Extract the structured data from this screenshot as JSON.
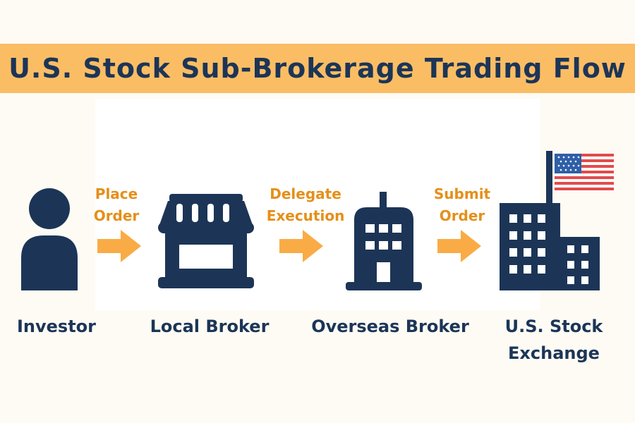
{
  "title": "U.S. Stock Sub-Brokerage Trading Flow",
  "colors": {
    "banner": "#fbbd64",
    "primary": "#1c3557",
    "arrow": "#f9ac45",
    "arrow_text": "#e58f19",
    "background": "#fdfbf4"
  },
  "steps": [
    {
      "lines": [
        "Investor"
      ],
      "icon": "person-icon"
    },
    {
      "lines": [
        "Local Broker"
      ],
      "icon": "storefront-icon"
    },
    {
      "lines": [
        "Overseas Broker"
      ],
      "icon": "office-building-icon"
    },
    {
      "lines": [
        "U.S. Stock",
        "Exchange"
      ],
      "icon": "exchange-building-flag-icon"
    }
  ],
  "arrows": [
    {
      "lines": [
        "Place",
        "Order"
      ]
    },
    {
      "lines": [
        "Delegate",
        "Execution"
      ]
    },
    {
      "lines": [
        "Submit",
        "Order"
      ]
    }
  ]
}
